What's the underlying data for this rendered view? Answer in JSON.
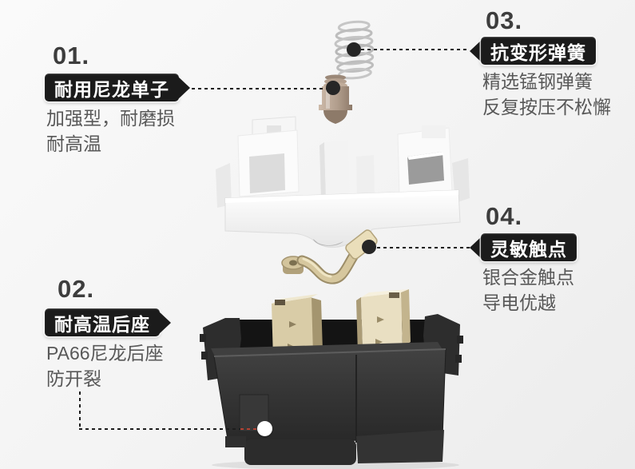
{
  "callouts": [
    {
      "number": "01.",
      "label": "耐用尼龙单子",
      "desc1": "加强型，耐磨损",
      "desc2": "耐高温"
    },
    {
      "number": "02.",
      "label": "耐高温后座",
      "desc1": "PA66尼龙后座",
      "desc2": "防开裂"
    },
    {
      "number": "03.",
      "label": "抗变形弹簧",
      "desc1": "精选锰钢弹簧",
      "desc2": "反复按压不松懈"
    },
    {
      "number": "04.",
      "label": "灵敏触点",
      "desc1": "银合金触点",
      "desc2": "导电优越"
    }
  ],
  "illustration": {
    "parts": [
      {
        "name": "coil-spring",
        "callout": "03."
      },
      {
        "name": "nylon-plunger-stem",
        "callout": "01."
      },
      {
        "name": "upper-housing",
        "callout": ""
      },
      {
        "name": "silver-alloy-contact",
        "callout": "04."
      },
      {
        "name": "gold-terminals",
        "callout": ""
      },
      {
        "name": "black-base-housing",
        "callout": "02."
      }
    ]
  },
  "colors": {
    "background_start": "#fafafa",
    "background_end": "#ececec",
    "number": "#3d3d3d",
    "label_bg": "#1b1b1b",
    "label_text": "#ffffff",
    "description": "#585858",
    "leader_line": "#1d1d1d",
    "leader_dot": "#262626",
    "leader_dot_on_base": "#ffffff",
    "leader_red_dashes": "#b34233",
    "spring": "#bfbfbf",
    "plunger_bronze": "#a8907c",
    "housing_white": "#f7f7f7",
    "contact_gold": "#d6c79e",
    "base_black": "#2e2e2e",
    "terminal_gold": "#d9cca7"
  }
}
